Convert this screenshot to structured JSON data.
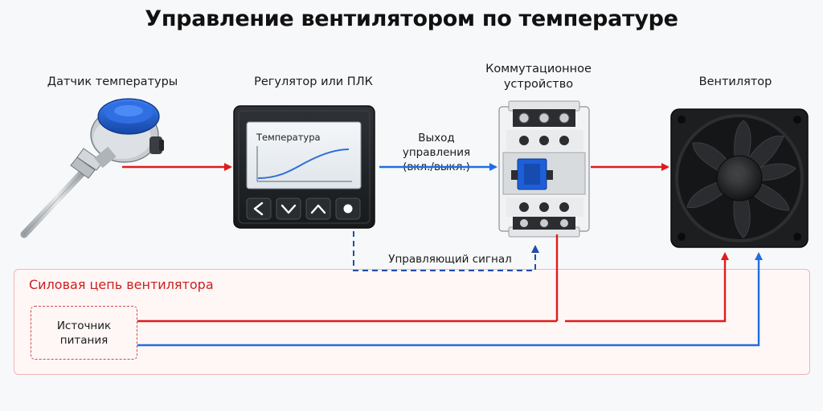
{
  "title": "Управление вентилятором по температуре",
  "components": {
    "sensor": {
      "label": "Датчик температуры"
    },
    "controller": {
      "label": "Регулятор или ПЛК",
      "screen_label": "Температура",
      "buttons": [
        "left-button",
        "down-button",
        "up-button",
        "ok-button"
      ]
    },
    "switching": {
      "label_line1": "Коммутационное",
      "label_line2": "устройство"
    },
    "fan": {
      "label": "Вентилятор"
    }
  },
  "signals": {
    "control_output_line1": "Выход управления",
    "control_output_line2": "(вкл./выкл.)",
    "control_signal": "Управляющий сигнал"
  },
  "power_circuit": {
    "title": "Силовая цепь вентилятора",
    "source_line1": "Источник",
    "source_line2": "питания"
  },
  "colors": {
    "red": "#e01b1b",
    "blue": "#1e6fe0",
    "dark_blue": "#1f4fa8",
    "power_title": "#cc1f1f"
  }
}
